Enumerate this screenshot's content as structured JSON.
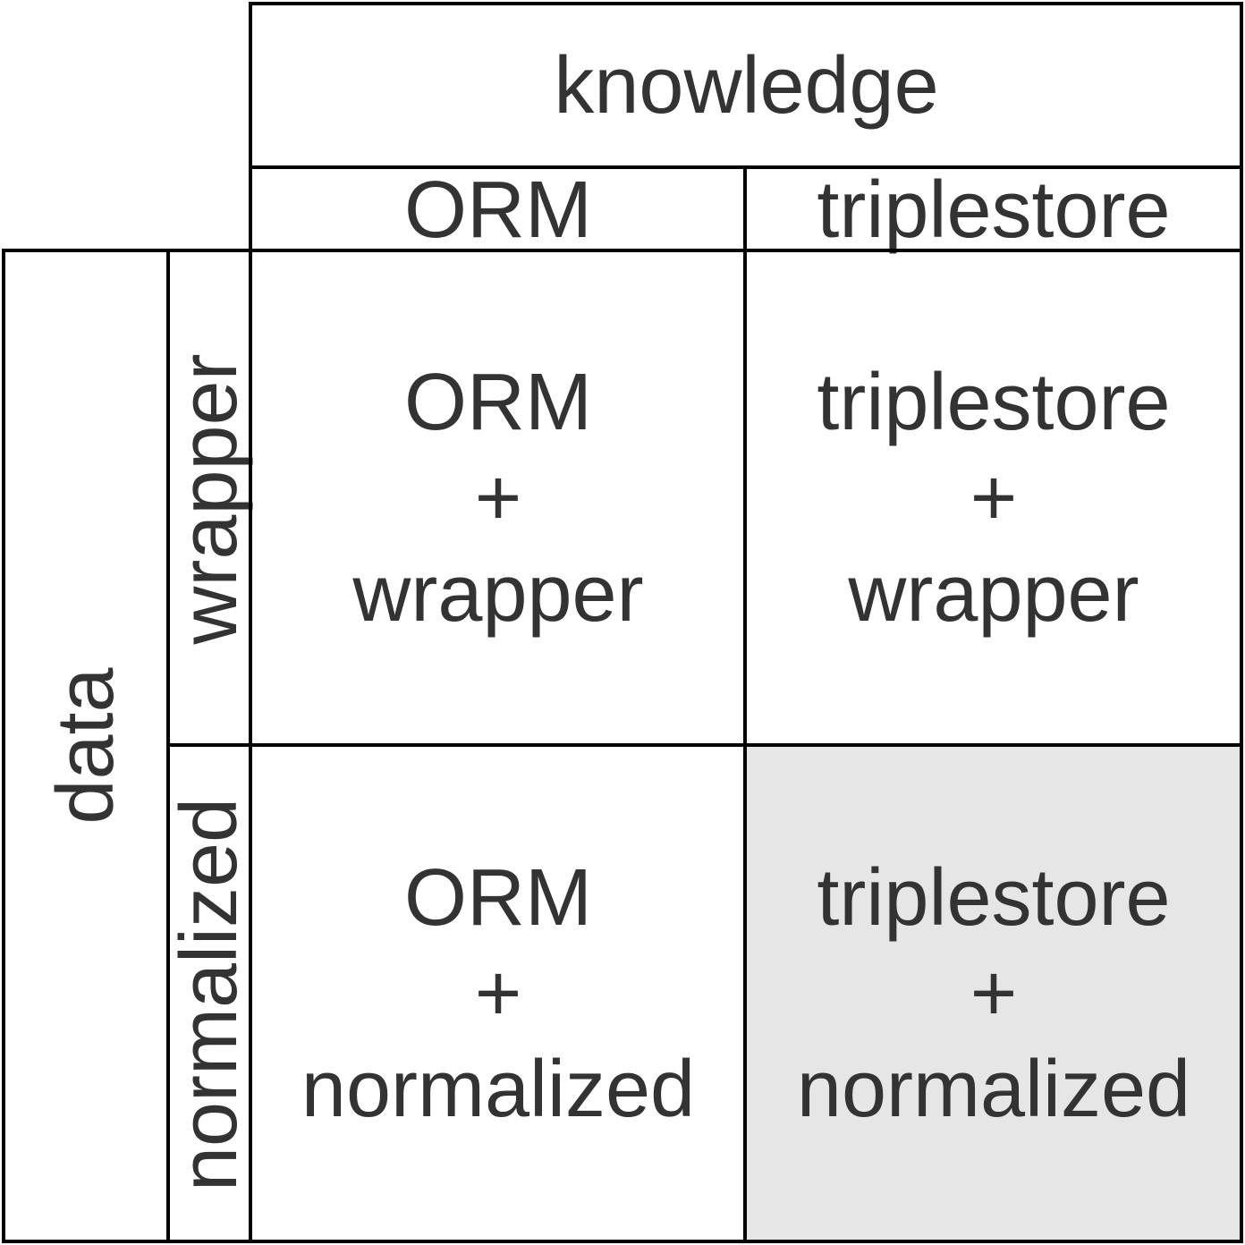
{
  "columns": {
    "group_label": "knowledge",
    "labels": [
      "ORM",
      "triplestore"
    ]
  },
  "rows": {
    "group_label": "data",
    "labels": [
      "wrapper",
      "normalized"
    ]
  },
  "cells": [
    [
      {
        "lines": [
          "ORM",
          "+",
          "wrapper"
        ],
        "highlighted": false
      },
      {
        "lines": [
          "triplestore",
          "+",
          "wrapper"
        ],
        "highlighted": false
      }
    ],
    [
      {
        "lines": [
          "ORM",
          "+",
          "normalized"
        ],
        "highlighted": false
      },
      {
        "lines": [
          "triplestore",
          "+",
          "normalized"
        ],
        "highlighted": true
      }
    ]
  ],
  "colors": {
    "text": "#333333",
    "border": "#000000",
    "highlight": "#e6e6e6",
    "background": "#ffffff"
  }
}
